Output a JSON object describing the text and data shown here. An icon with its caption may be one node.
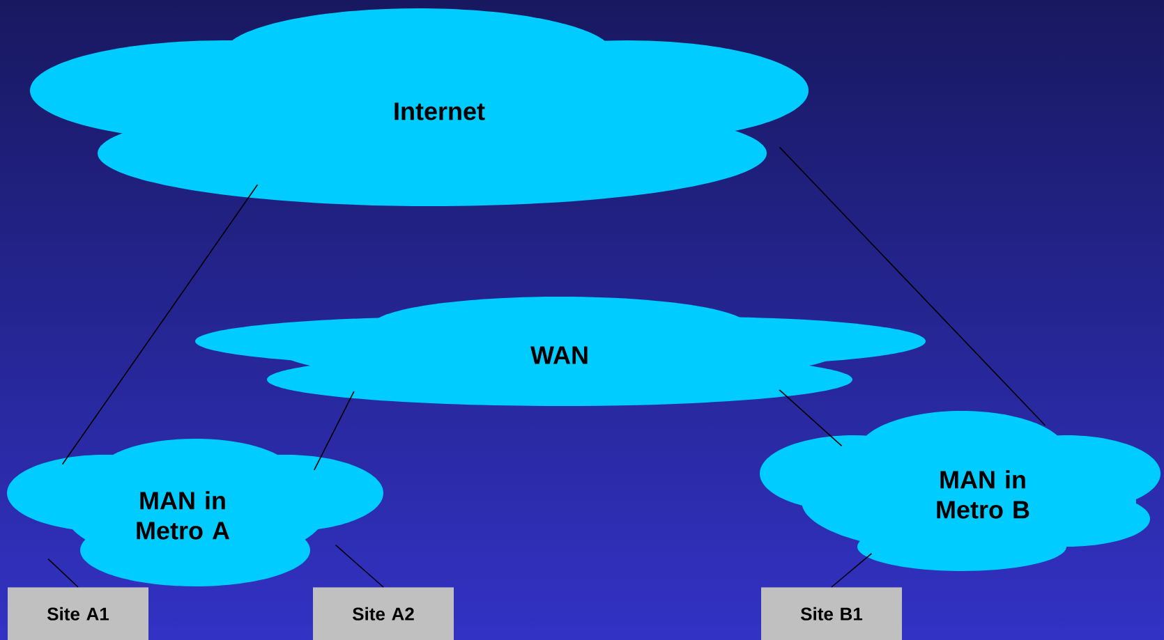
{
  "diagram": {
    "nodes": [
      {
        "text": [
          "Internet"
        ]
      },
      {
        "text": [
          "WAN"
        ]
      },
      {
        "text": [
          "MAN in Metro A"
        ]
      },
      {
        "text": [
          "MAN in Metro B"
        ]
      },
      {
        "text": [
          "Site A1"
        ]
      },
      {
        "text": [
          "Site A2"
        ]
      },
      {
        "text": [
          "Site B1"
        ]
      }
    ],
    "edges": [
      {
        "from": 0,
        "to": 2,
        "arrow": "none"
      },
      {
        "from": 0,
        "to": 3,
        "arrow": "none"
      },
      {
        "from": 1,
        "to": 2,
        "arrow": "none"
      },
      {
        "from": 1,
        "to": 3,
        "arrow": "none"
      },
      {
        "from": 2,
        "to": 4,
        "arrow": "none"
      },
      {
        "from": 2,
        "to": 5,
        "arrow": "none"
      },
      {
        "from": 3,
        "to": 6,
        "arrow": "none"
      }
    ]
  }
}
